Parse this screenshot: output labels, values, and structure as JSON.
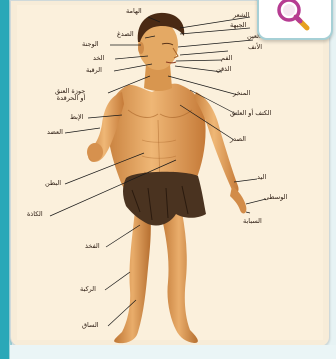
{
  "labels": {
    "hair": "الشعر",
    "forehead": "الجبهة",
    "scalp": "الهامة",
    "eye": "العين",
    "temple": "الصدغ",
    "nose": "الأنف",
    "cheek": "الوجنة",
    "mouth": "الفم",
    "cheek_side": "الخد",
    "chin": "الذقن",
    "neck": "الرقبة",
    "armpit": "المنخر",
    "clavicle": "الكتف أو العاتق",
    "adams_apple_line1": "جوزة العنق",
    "adams_apple_line2": "أو الحرقدة",
    "armpit_area": "الإبط",
    "chest": "الصدر",
    "upper_arm": "العضد",
    "abdomen": "البطن",
    "hand": "اليد",
    "middle_finger": "الوسطى",
    "hip": "الكاذة",
    "index_finger": "السبابة",
    "thigh": "الفخذ",
    "knee": "الركبة",
    "shin": "الساق"
  },
  "colors": {
    "accent": "#2aa8b8",
    "badge_ring": "#b63c92",
    "skin": "#e0a45f"
  },
  "icons": {
    "badge": "magnifier-icon"
  }
}
